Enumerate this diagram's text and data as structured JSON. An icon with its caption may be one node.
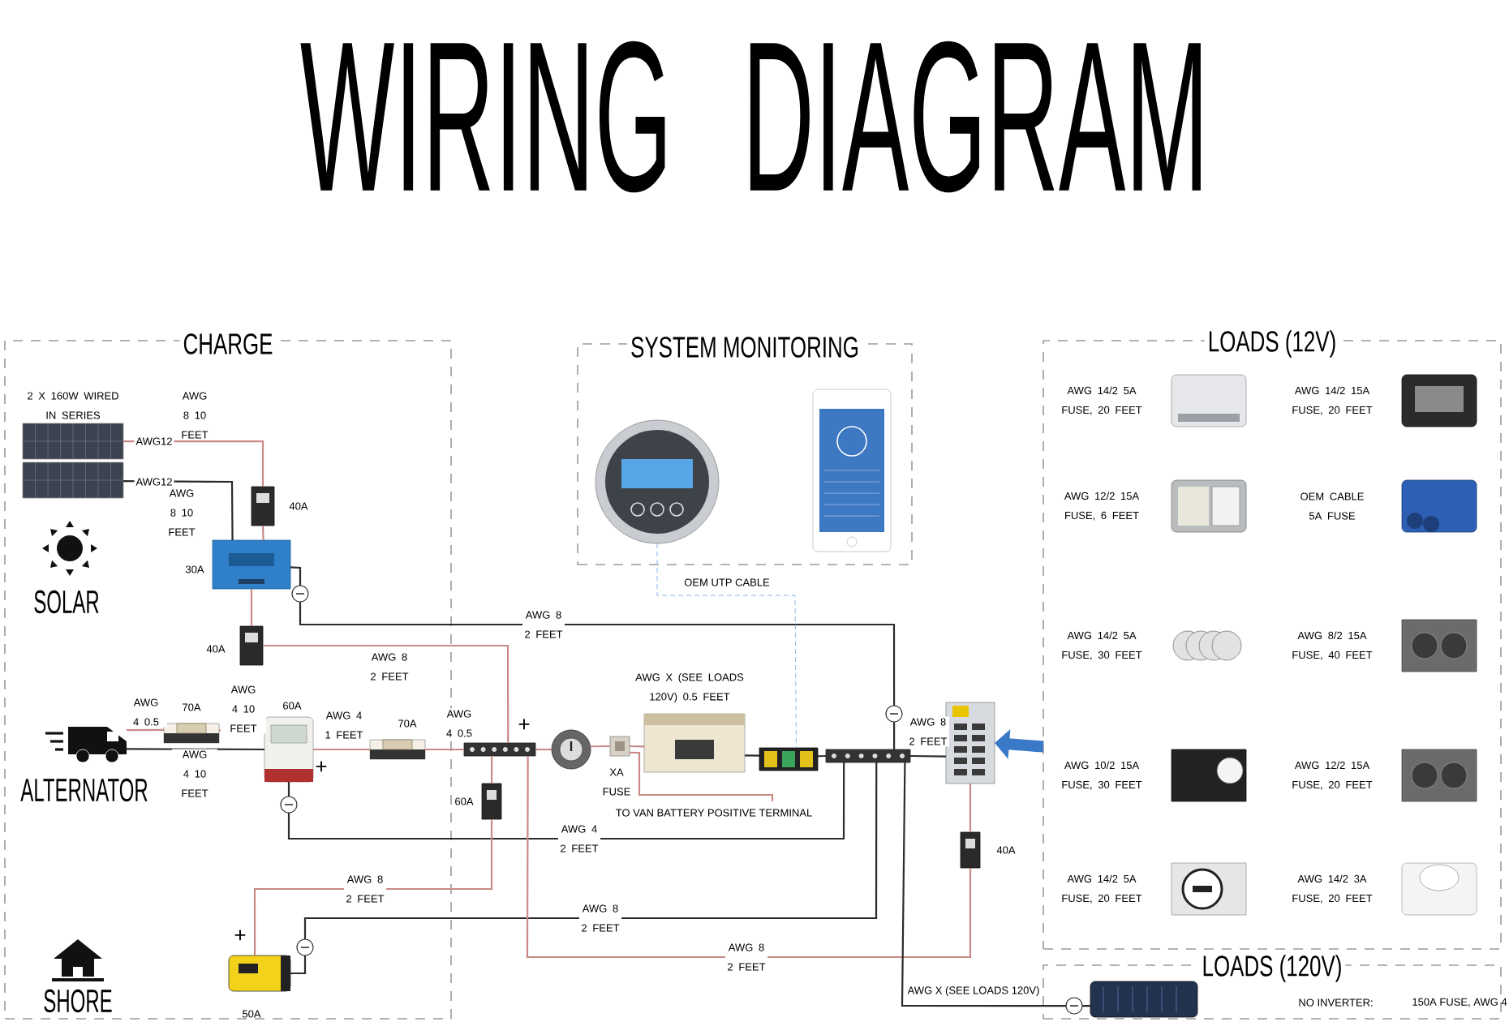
{
  "diagram": {
    "title": "WIRING DIAGRAM",
    "nodes": [
      {
        "text": [
          "CHARGE"
        ]
      },
      {
        "text": [
          "SYSTEM MONITORING"
        ]
      },
      {
        "text": [
          "LOADS (12V)"
        ]
      },
      {
        "text": [
          "LOADS (120V)",
          "NO INVERTER:",
          "150A FUSE, AWG 4"
        ]
      },
      {
        "text": [
          "2 X 160W WIRED IN SERIES"
        ],
        "in": 0
      },
      {
        "text": [
          "SOLAR"
        ],
        "in": 0
      },
      {
        "text": [],
        "shape": "picture",
        "beside": [
          "40A"
        ],
        "in": 0
      },
      {
        "text": [],
        "shape": "picture",
        "beside": [
          "30A"
        ],
        "in": 0
      },
      {
        "text": [],
        "shape": "picture",
        "beside": [
          "40A"
        ],
        "in": 0
      },
      {
        "text": [
          "ALTERNATOR"
        ],
        "in": 0
      },
      {
        "text": [],
        "shape": "picture",
        "beside": [
          "70A"
        ],
        "in": 0
      },
      {
        "text": [],
        "shape": "picture",
        "beside": [
          "60A"
        ],
        "in": 0
      },
      {
        "text": [],
        "shape": "picture",
        "beside": [
          "70A"
        ],
        "in": 0
      },
      {
        "text": [
          "SHORE"
        ],
        "in": 0
      },
      {
        "text": [],
        "shape": "picture",
        "beside": [
          "50A"
        ],
        "in": 0
      },
      {
        "text": [],
        "shape": "bar"
      },
      {
        "text": [],
        "shape": "picture",
        "beside": [
          "60A"
        ]
      },
      {
        "text": [],
        "shape": "picture"
      },
      {
        "text": [],
        "shape": "picture",
        "beside": [
          "XA FUSE"
        ]
      },
      {
        "text": [],
        "shape": "picture"
      },
      {
        "text": [],
        "shape": "picture"
      },
      {
        "text": [],
        "shape": "bar"
      },
      {
        "text": [],
        "shape": "picture"
      },
      {
        "text": [],
        "shape": "picture",
        "beside": [
          "40A"
        ]
      },
      {
        "text": [],
        "shape": "picture",
        "in": 1
      },
      {
        "text": [],
        "shape": "picture",
        "in": 1
      },
      {
        "text": [],
        "shape": "picture",
        "in": 3
      },
      {
        "text": [],
        "shape": "picture",
        "beside": [
          "AWG 14/2 5A FUSE, 20 FEET"
        ],
        "in": 2
      },
      {
        "text": [],
        "shape": "picture",
        "beside": [
          "AWG 14/2 15A FUSE, 20 FEET"
        ],
        "in": 2
      },
      {
        "text": [],
        "shape": "picture",
        "beside": [
          "AWG 12/2 15A FUSE, 6 FEET"
        ],
        "in": 2
      },
      {
        "text": [],
        "shape": "picture",
        "beside": [
          "OEM CABLE 5A FUSE"
        ],
        "in": 2
      },
      {
        "text": [],
        "shape": "picture",
        "beside": [
          "AWG 14/2 5A FUSE, 30 FEET"
        ],
        "in": 2
      },
      {
        "text": [],
        "shape": "picture",
        "beside": [
          "AWG 8/2 15A FUSE, 40 FEET"
        ],
        "in": 2
      },
      {
        "text": [],
        "shape": "picture",
        "beside": [
          "AWG 10/2 15A FUSE, 30 FEET"
        ],
        "in": 2
      },
      {
        "text": [],
        "shape": "picture",
        "beside": [
          "AWG 12/2 15A FUSE, 20 FEET"
        ],
        "in": 2
      },
      {
        "text": [],
        "shape": "picture",
        "beside": [
          "AWG 14/2 5A FUSE, 20 FEET"
        ],
        "in": 2
      },
      {
        "text": [],
        "shape": "picture",
        "beside": [
          "AWG 14/2 3A FUSE, 20 FEET"
        ],
        "in": 2
      }
    ],
    "edges": [
      {
        "from": 4,
        "to": 6,
        "arrow": "none",
        "label": "AWG12"
      },
      {
        "from": 4,
        "to": 7,
        "arrow": "none",
        "label": "AWG12",
        "color": "#2b2b2b"
      },
      {
        "from": 6,
        "to": 7,
        "arrow": "none"
      },
      {
        "from": 7,
        "to": 8,
        "arrow": "none"
      },
      {
        "from": 8,
        "to": 15,
        "arrow": "none",
        "label": "AWG 8 2 FEET"
      },
      {
        "from": 7,
        "to": 21,
        "arrow": "none",
        "label": "AWG 8 2 FEET",
        "color": "#2b2b2b"
      },
      {
        "from": 9,
        "to": 10,
        "arrow": "none",
        "label": "AWG 4 0.5"
      },
      {
        "from": 10,
        "to": 11,
        "arrow": "none",
        "label": "AWG 4 10 FEET"
      },
      {
        "from": 9,
        "to": 11,
        "arrow": "none",
        "label": "AWG 4 10 FEET",
        "color": "#2b2b2b"
      },
      {
        "from": 11,
        "to": 12,
        "arrow": "none",
        "label": "AWG 4 1 FEET"
      },
      {
        "from": 12,
        "to": 15,
        "arrow": "none",
        "label": "AWG 4 0.5"
      },
      {
        "from": 11,
        "to": 21,
        "arrow": "none",
        "label": "AWG 4 2 FEET",
        "color": "#2b2b2b"
      },
      {
        "from": 15,
        "to": 16,
        "arrow": "none"
      },
      {
        "from": 16,
        "to": 14,
        "arrow": "none",
        "label": "AWG 8 2 FEET"
      },
      {
        "from": 14,
        "to": 21,
        "arrow": "none",
        "label": "AWG 8 2 FEET",
        "color": "#2b2b2b"
      },
      {
        "from": 15,
        "to": 17,
        "arrow": "none"
      },
      {
        "from": 17,
        "to": 18,
        "arrow": "none"
      },
      {
        "from": 18,
        "to": 19,
        "arrow": "none"
      },
      {
        "from": 19,
        "to": 20,
        "arrow": "none",
        "color": "#2b2b2b"
      },
      {
        "from": 20,
        "to": 21,
        "arrow": "none",
        "color": "#2b2b2b"
      },
      {
        "from": 18,
        "to": null,
        "arrow": "none",
        "label": "TO VAN BATTERY POSITIVE TERMINAL"
      },
      {
        "from": 21,
        "to": 22,
        "arrow": "none",
        "label": "AWG 8 2 FEET",
        "color": "#2b2b2b"
      },
      {
        "from": 22,
        "to": 23,
        "arrow": "none"
      },
      {
        "from": 23,
        "to": 15,
        "arrow": "none",
        "label": "AWG 8 2 FEET"
      },
      {
        "from": 21,
        "to": 26,
        "arrow": "none",
        "label": "AWG X (SEE LOADS 120V)",
        "color": "#2b2b2b"
      },
      {
        "from": 24,
        "to": 20,
        "arrow": "none",
        "label": "OEM UTP CABLE",
        "style": "dashed",
        "color": "#6fa3d8"
      },
      {
        "from": 2,
        "to": 22,
        "arrow": "to",
        "style": "thick",
        "color": "#3a78c8"
      }
    ],
    "labels": [
      "AWG 8 10 FEET",
      "AWG 8 10 FEET",
      "AWG X (SEE LOADS 120V) 0.5 FEET",
      "+",
      "+",
      "+"
    ]
  }
}
